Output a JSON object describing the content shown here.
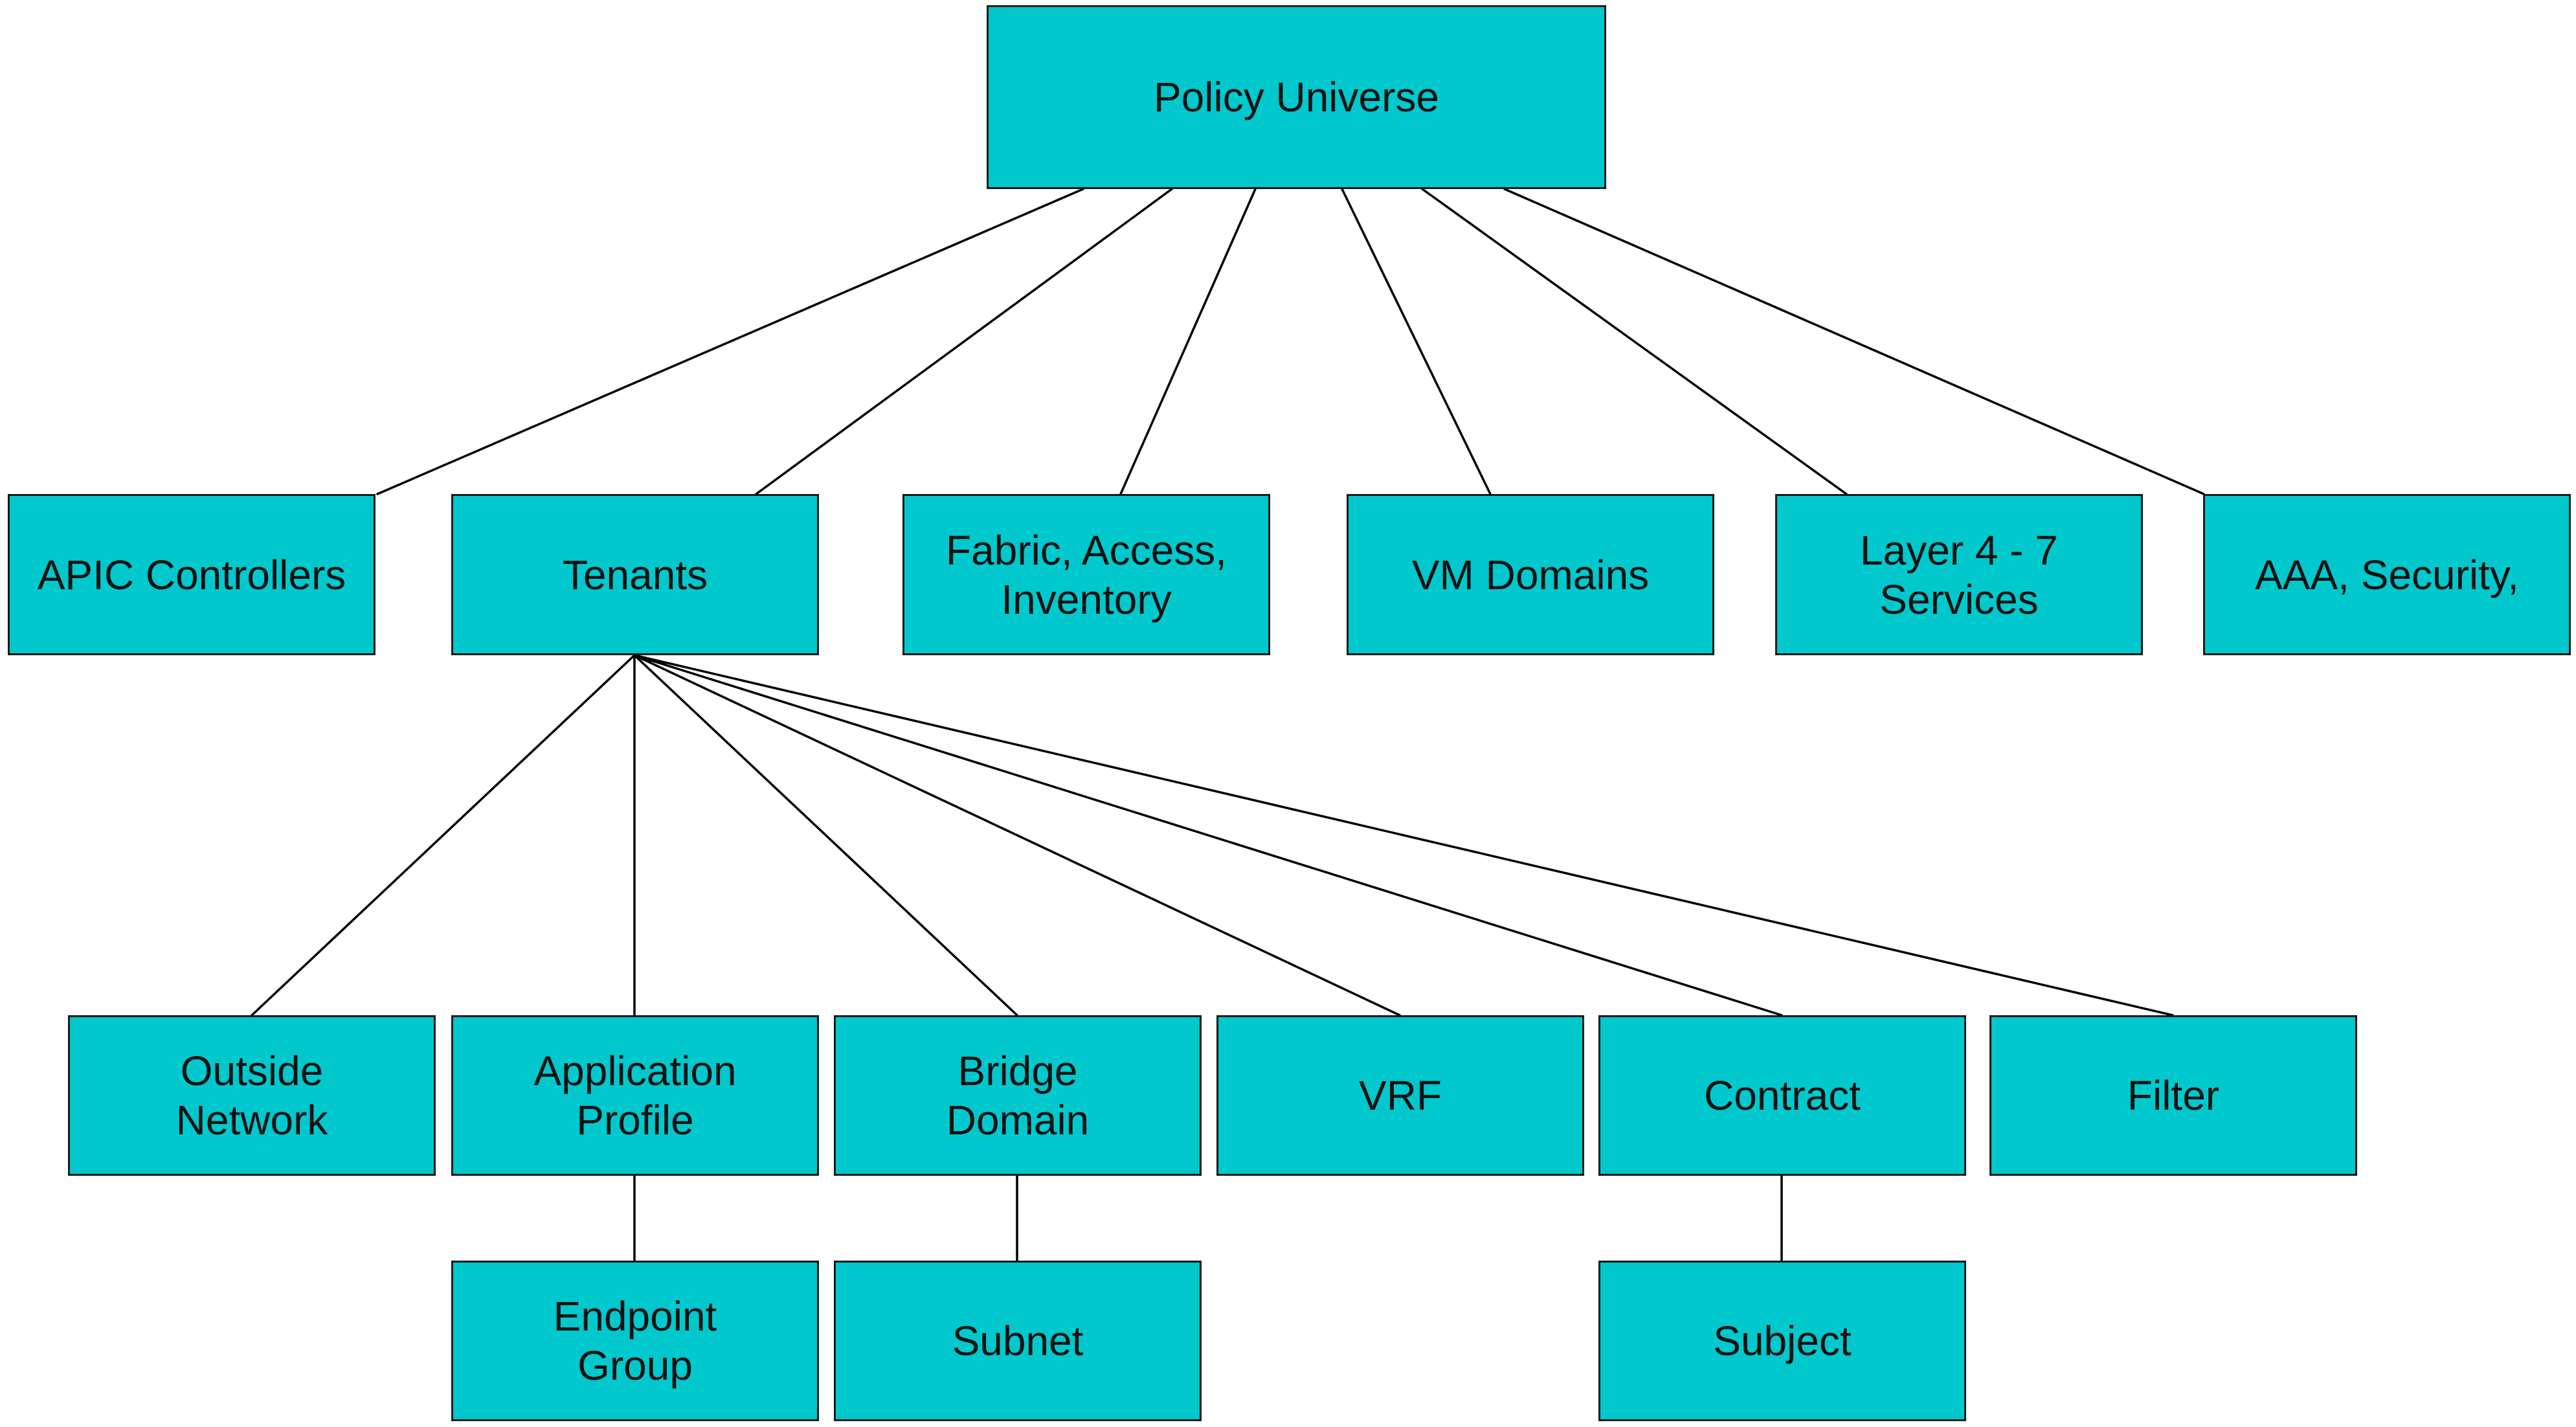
{
  "colors": {
    "node_fill": "#00C8CC",
    "node_border": "#1a1a1a",
    "connector": "#000000",
    "text": "#111111",
    "background": "#FFFFFF"
  },
  "nodes": {
    "policy_universe": "Policy Universe",
    "apic_controllers": "APIC Controllers",
    "tenants": "Tenants",
    "fabric_access_inventory": "Fabric, Access,\nInventory",
    "vm_domains": "VM Domains",
    "layer_4_7_services": "Layer 4 - 7\nServices",
    "aaa_security": "AAA, Security,",
    "outside_network": "Outside\nNetwork",
    "application_profile": "Application\nProfile",
    "bridge_domain": "Bridge\nDomain",
    "vrf": "VRF",
    "contract": "Contract",
    "filter": "Filter",
    "endpoint_group": "Endpoint\nGroup",
    "subnet": "Subnet",
    "subject": "Subject"
  },
  "edges": [
    [
      "policy_universe",
      "apic_controllers"
    ],
    [
      "policy_universe",
      "tenants"
    ],
    [
      "policy_universe",
      "fabric_access_inventory"
    ],
    [
      "policy_universe",
      "vm_domains"
    ],
    [
      "policy_universe",
      "layer_4_7_services"
    ],
    [
      "policy_universe",
      "aaa_security"
    ],
    [
      "tenants",
      "outside_network"
    ],
    [
      "tenants",
      "application_profile"
    ],
    [
      "tenants",
      "bridge_domain"
    ],
    [
      "tenants",
      "vrf"
    ],
    [
      "tenants",
      "contract"
    ],
    [
      "tenants",
      "filter"
    ],
    [
      "application_profile",
      "endpoint_group"
    ],
    [
      "bridge_domain",
      "subnet"
    ],
    [
      "contract",
      "subject"
    ]
  ]
}
